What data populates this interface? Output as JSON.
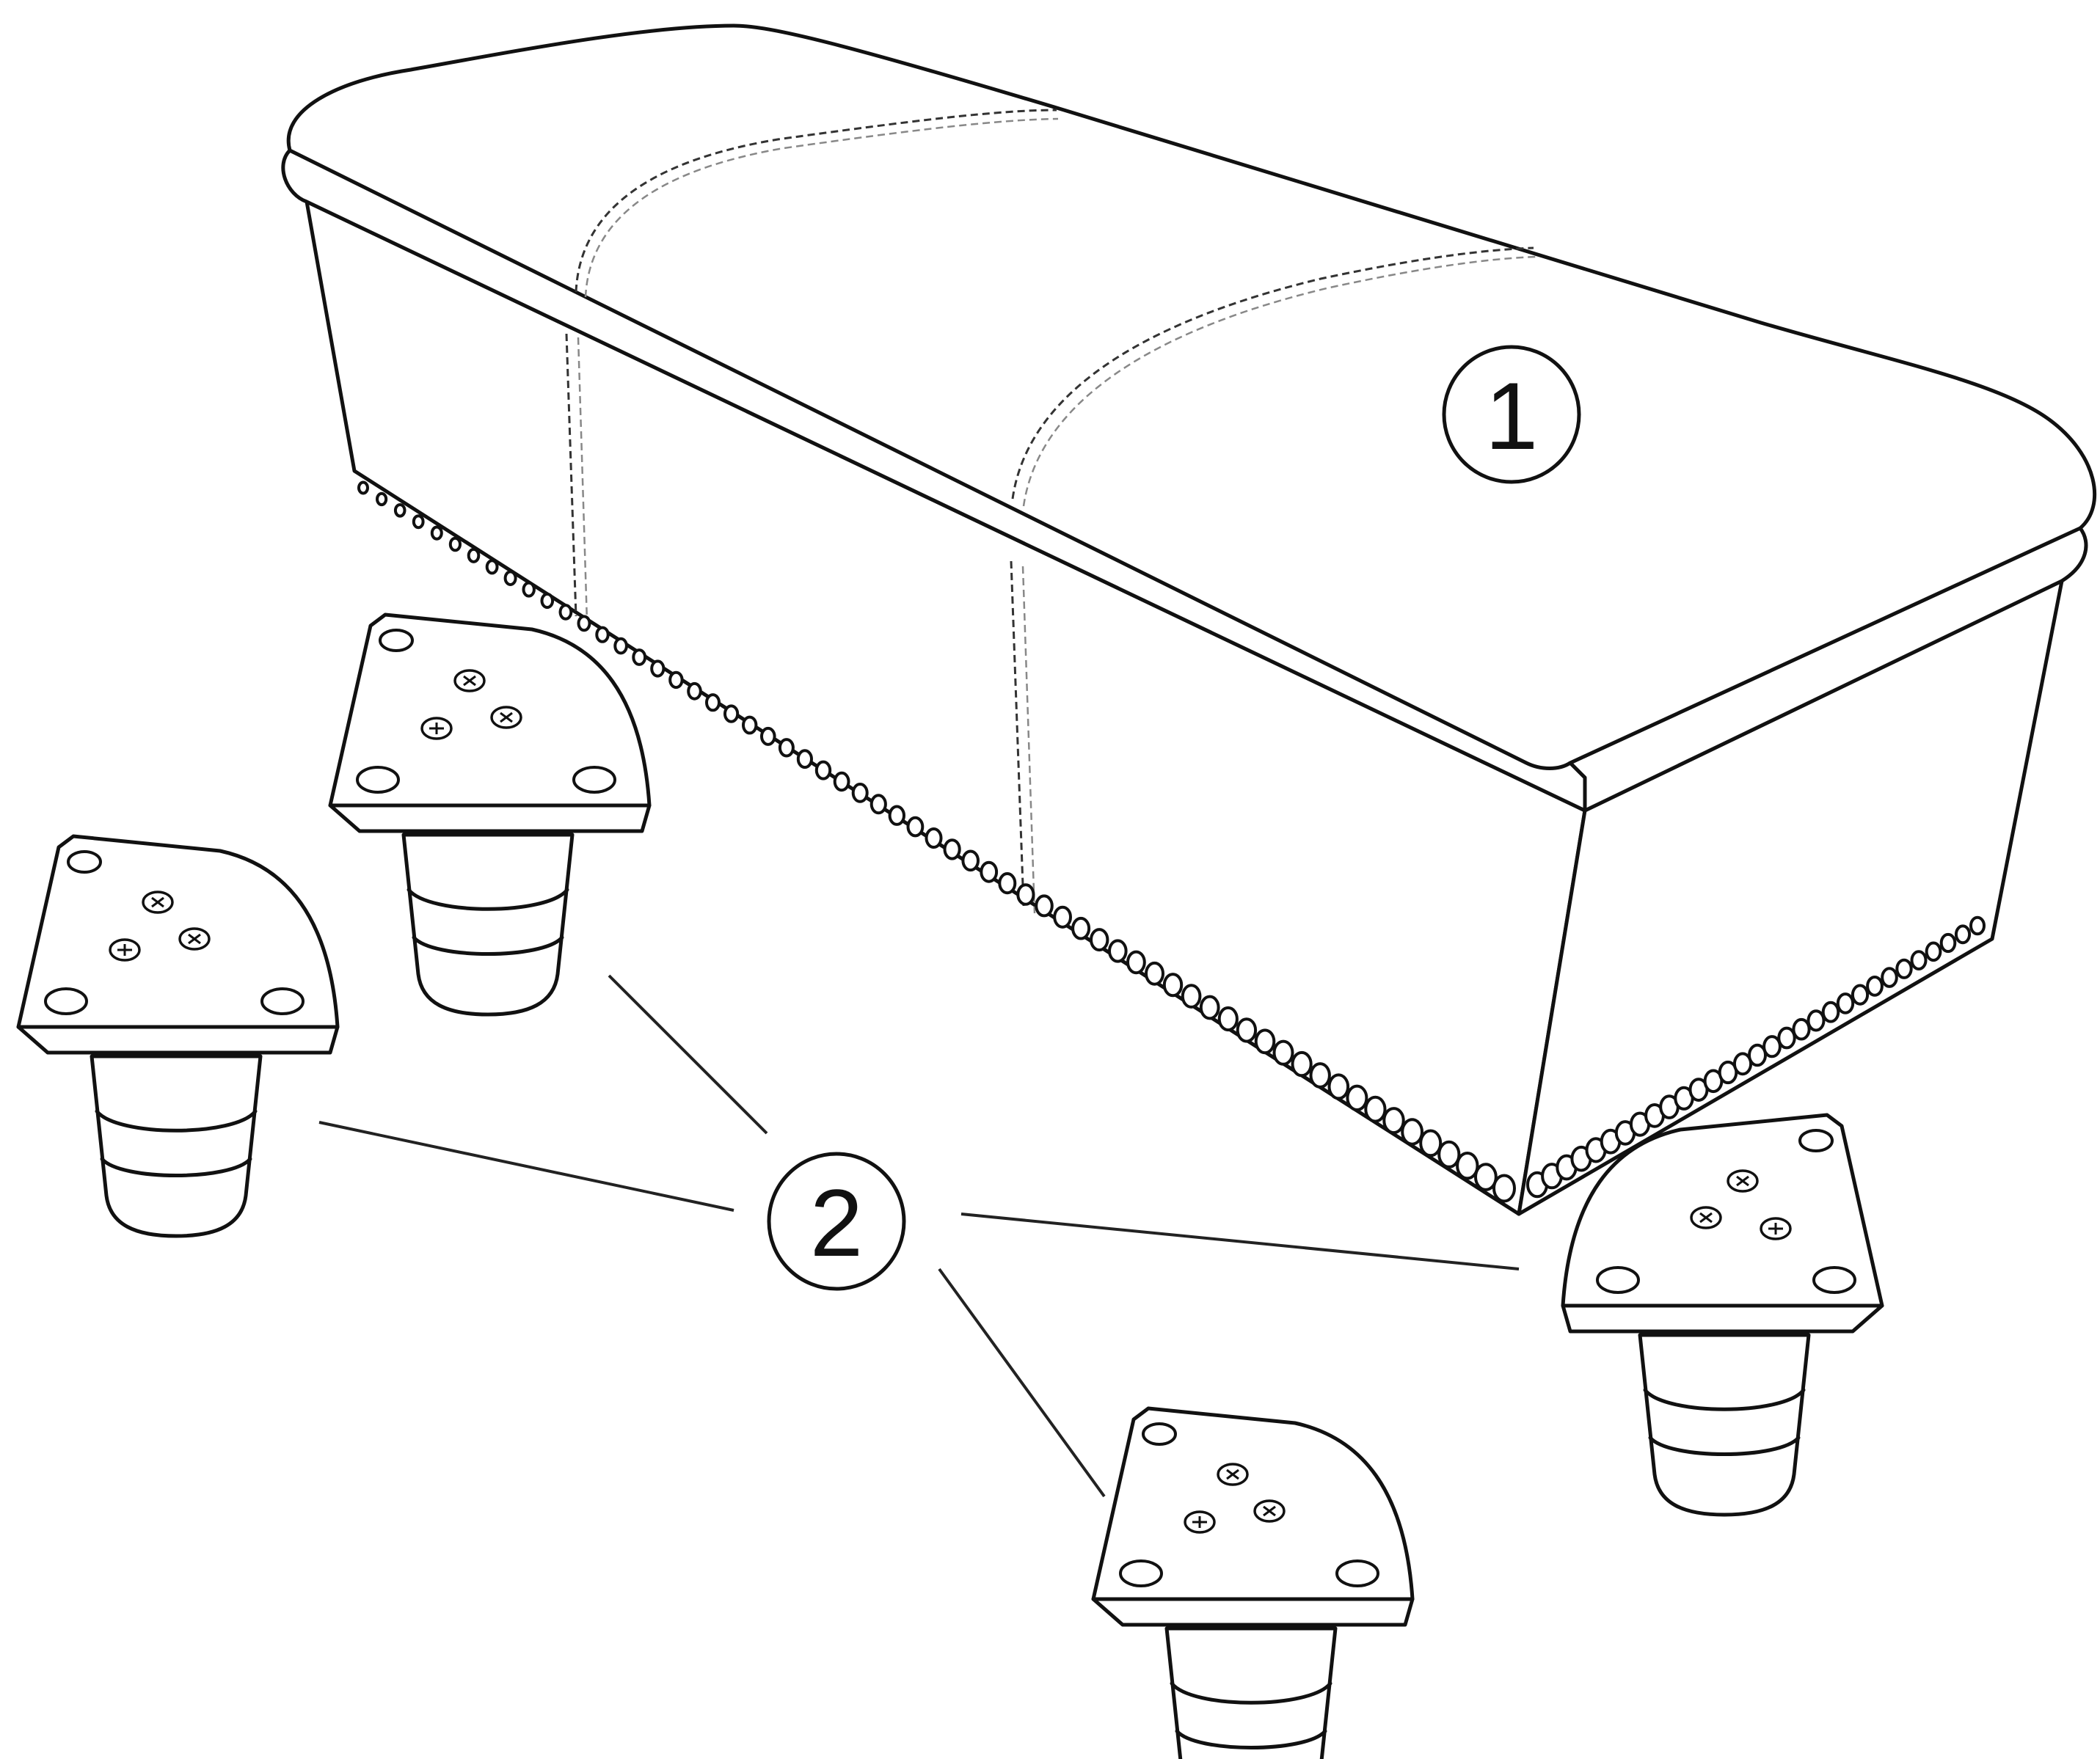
{
  "parts": [
    {
      "id": "bench-seat",
      "label": "1"
    },
    {
      "id": "leg",
      "label": "2",
      "count": 4
    }
  ],
  "colors": {
    "ink": "#111111",
    "background": "#ffffff"
  }
}
